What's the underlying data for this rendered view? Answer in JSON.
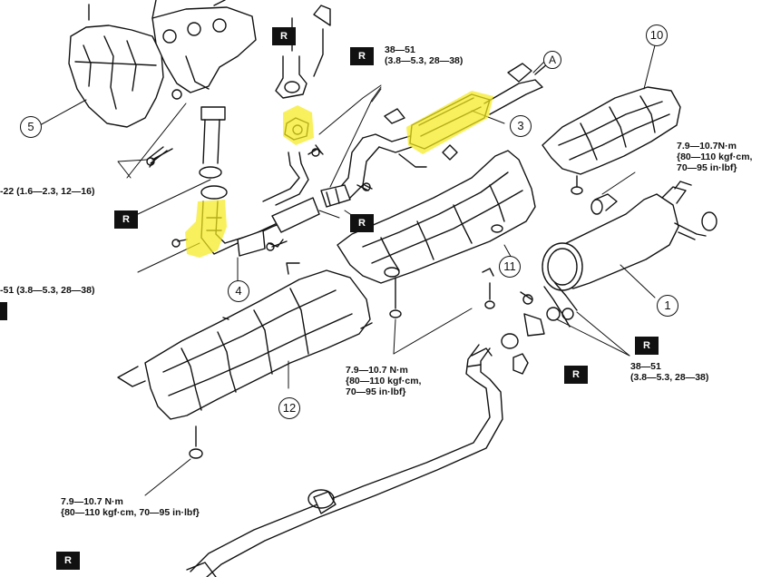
{
  "torque_labels": {
    "t_top_mid": [
      "38—51",
      "(3.8—5.3, 28—38)"
    ],
    "t_left_22": [
      "-22 (1.6—2.3, 12—16)"
    ],
    "t_left_51": [
      "-51 (3.8—5.3, 28—38)"
    ],
    "t_right_top": [
      "7.9—10.7N·m",
      "{80—110 kgf·cm,",
      "70—95 in·lbf}"
    ],
    "t_mid": [
      "7.9—10.7 N·m",
      "{80—110 kgf·cm,",
      "70—95 in·lbf}"
    ],
    "t_right_low": [
      "38—51",
      "(3.8—5.3, 28—38)"
    ],
    "t_bottom": [
      "7.9—10.7 N·m",
      "{80—110 kgf·cm, 70—95 in·lbf}"
    ]
  },
  "replace_marker": "R",
  "part_numbers": [
    "1",
    "3",
    "4",
    "5",
    "10",
    "11",
    "12"
  ],
  "reference_letter": "A",
  "colors": {
    "highlight": "#f5ea1f",
    "line": "#111111"
  }
}
